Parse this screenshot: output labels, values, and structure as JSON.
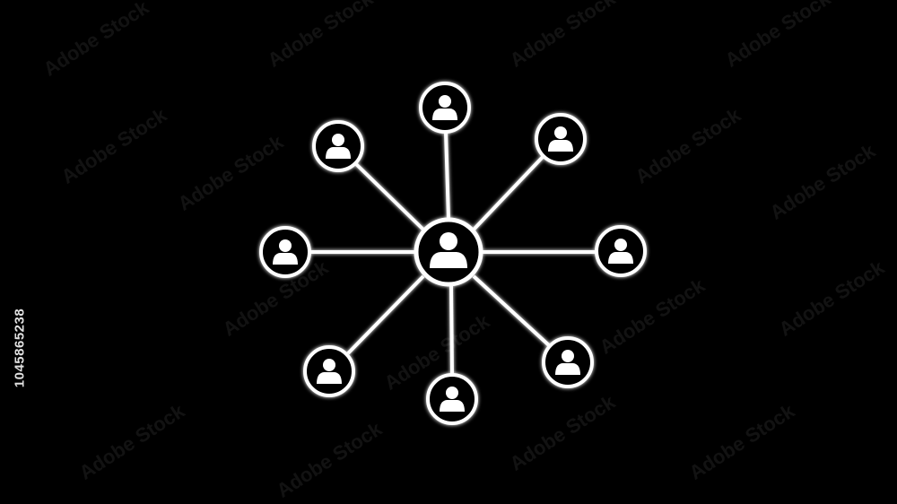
{
  "stock_id": "1045865238",
  "watermark_text": "Adobe Stock",
  "colors": {
    "background": "#000000",
    "line": "#ffffff",
    "glow": "#bfbfbf"
  },
  "nodes": [
    {
      "id": "center",
      "icon": "person-icon"
    },
    {
      "id": "top",
      "icon": "person-icon"
    },
    {
      "id": "top-left",
      "icon": "person-icon"
    },
    {
      "id": "top-right",
      "icon": "person-icon"
    },
    {
      "id": "left",
      "icon": "person-icon"
    },
    {
      "id": "right",
      "icon": "person-icon"
    },
    {
      "id": "bottom-left",
      "icon": "person-icon"
    },
    {
      "id": "bottom",
      "icon": "person-icon"
    },
    {
      "id": "bottom-right",
      "icon": "person-icon"
    }
  ]
}
